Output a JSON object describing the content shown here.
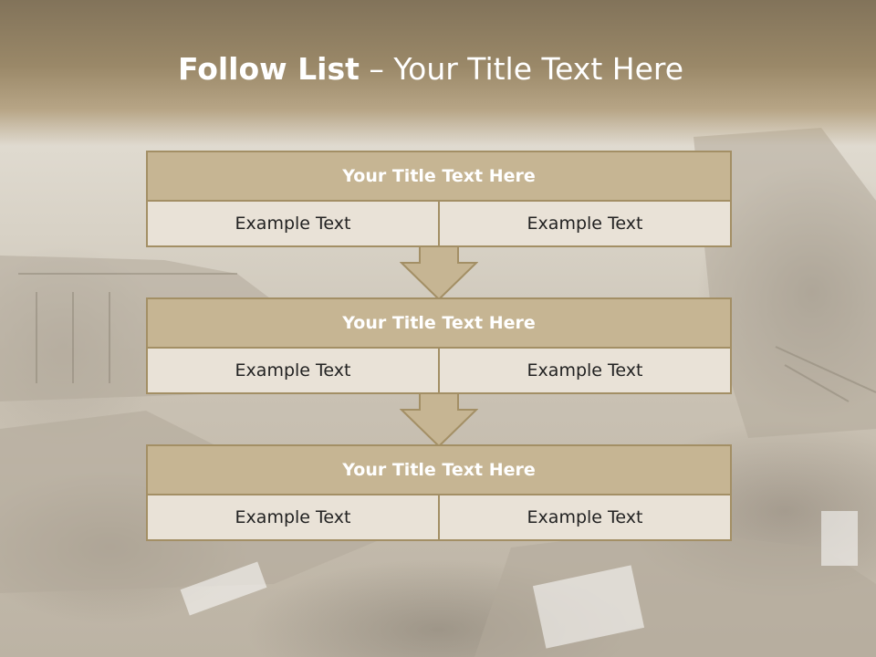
{
  "slide": {
    "title_bold": "Follow List",
    "title_rest": " – Your Title Text Here"
  },
  "blocks": [
    {
      "title": "Your Title Text Here",
      "left": "Example Text",
      "right": "Example Text"
    },
    {
      "title": "Your Title Text Here",
      "left": "Example Text",
      "right": "Example Text"
    },
    {
      "title": "Your Title Text Here",
      "left": "Example Text",
      "right": "Example Text"
    }
  ],
  "colors": {
    "title_fill": "#c6b593",
    "border": "#a38f65",
    "cell_fill": "#e9e2d7",
    "arrow_fill": "#c6b593"
  }
}
